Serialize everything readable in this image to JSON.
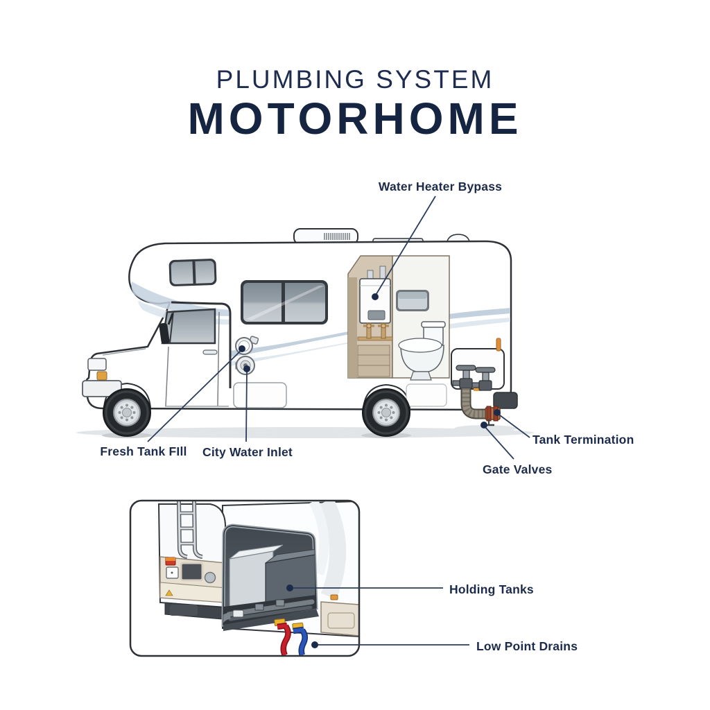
{
  "title": {
    "kicker": "PLUMBING SYSTEM",
    "main": "MOTORHOME"
  },
  "callouts": {
    "water_heater_bypass": "Water Heater Bypass",
    "fresh_tank_fill": "Fresh Tank FIll",
    "city_water_inlet": "City Water Inlet",
    "tank_termination": "Tank Termination",
    "gate_valves": "Gate Valves",
    "holding_tanks": "Holding Tanks",
    "low_point_drains": "Low Point Drains"
  },
  "colors": {
    "title_kicker": "#1e2d4f",
    "title_main": "#152440",
    "label_text": "#1d2b4a",
    "leader_line": "#2b3c5c",
    "dot": "#1d2b4a",
    "red_hose": "#c5202c",
    "blue_hose": "#2b55b8",
    "yellow_handle": "#ecb42c",
    "stripe_steel": "#bccbd9",
    "stripe_light": "#dce5ec",
    "cutaway_tan": "#d3c7b4",
    "inset_border": "#2e3237"
  }
}
